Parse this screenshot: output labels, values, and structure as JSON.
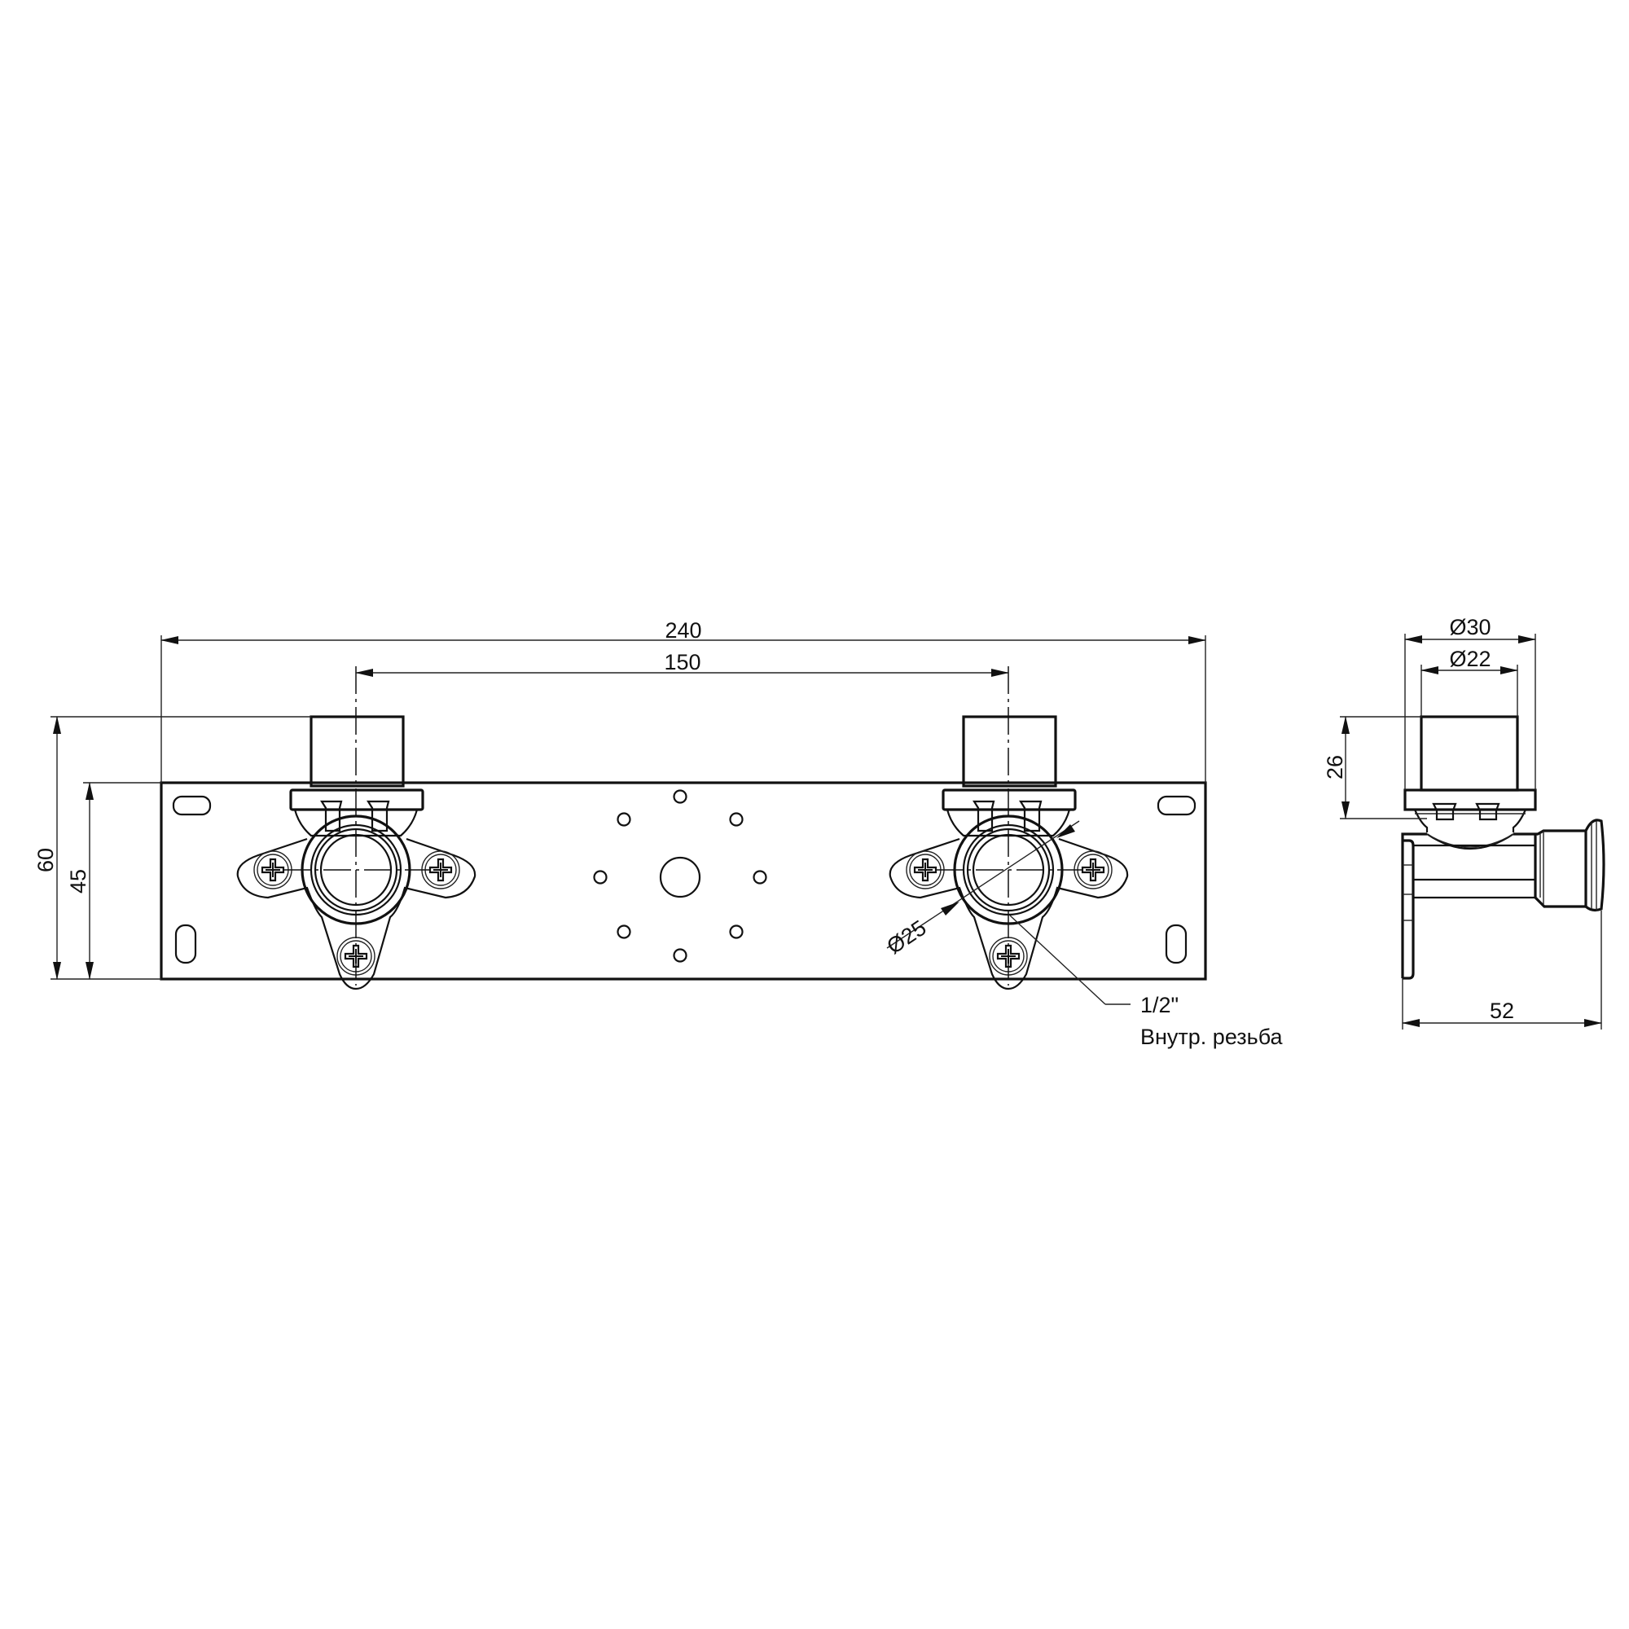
{
  "drawing": {
    "front_view": {
      "dimensions": {
        "overall_width": "240",
        "center_distance": "150",
        "overall_height": "60",
        "plate_height": "45",
        "outlet_diameter": "Ø25"
      },
      "callout": {
        "thread_size": "1/2\"",
        "thread_type": "Внутр. резьба"
      },
      "center_holes": {
        "small_hole_count": 8,
        "large_hole_count": 1
      },
      "slots": 4,
      "fittings": 2
    },
    "side_view": {
      "dimensions": {
        "flange_diameter": "Ø30",
        "tube_diameter": "Ø22",
        "tube_height": "26",
        "depth": "52"
      }
    },
    "colors": {
      "line": "#111111",
      "background": "#ffffff"
    }
  }
}
